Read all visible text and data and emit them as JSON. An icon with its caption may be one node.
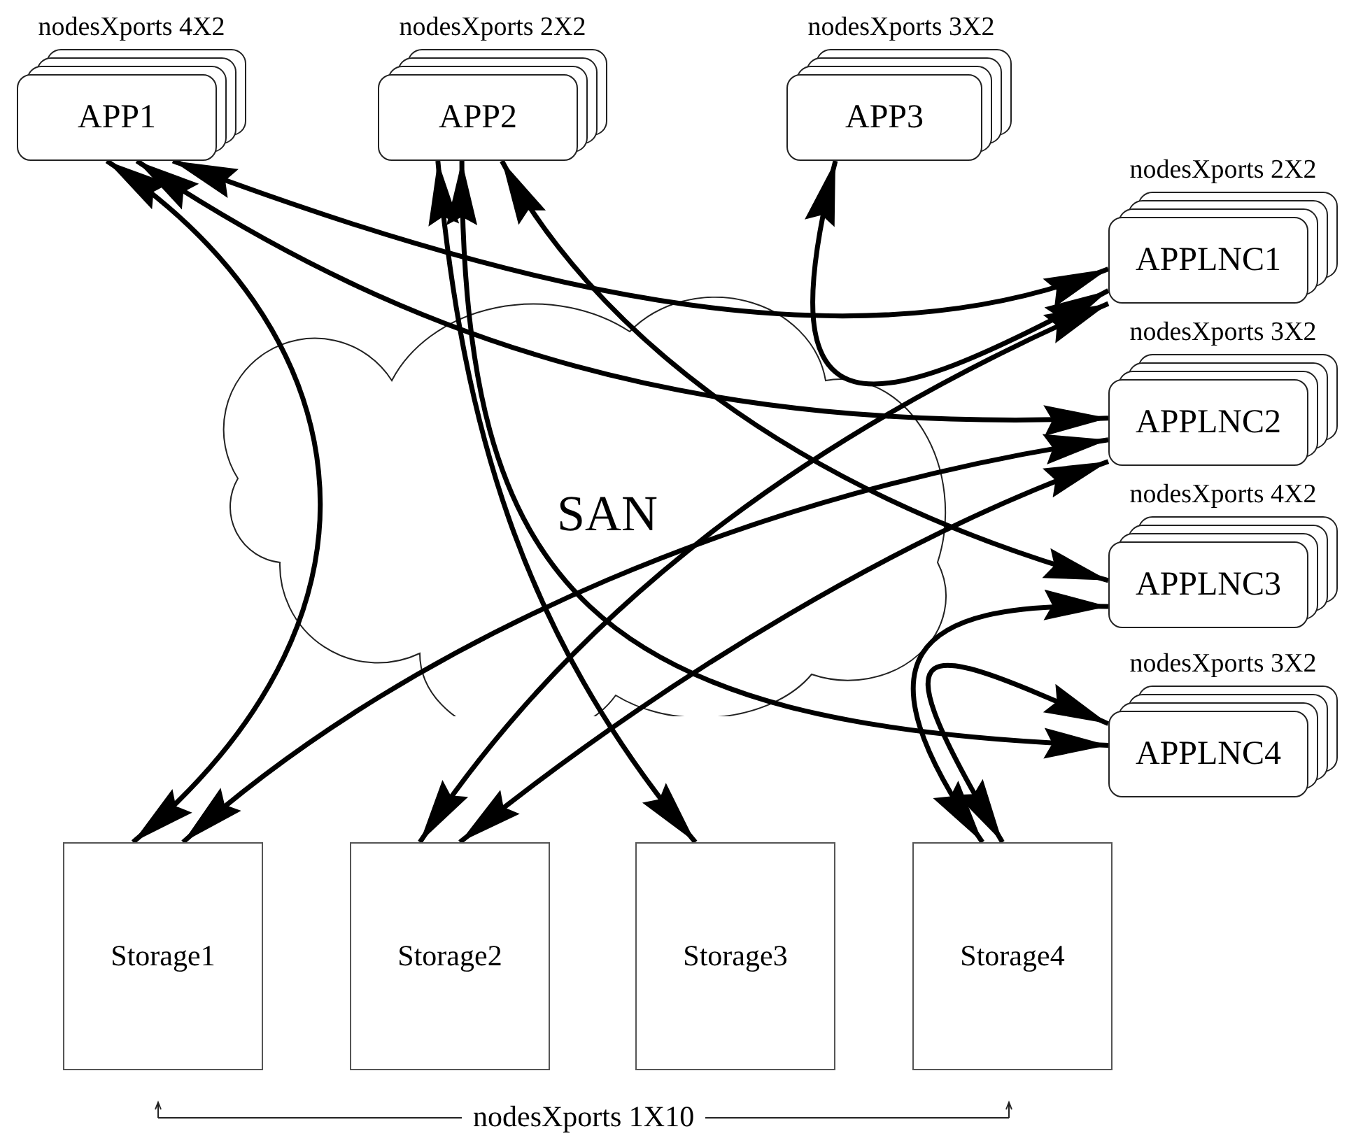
{
  "diagram": {
    "nodes": [
      {
        "text": [
          "nodesXports 4X2",
          "APP1"
        ]
      },
      {
        "text": [
          "nodesXports 2X2",
          "APP2"
        ]
      },
      {
        "text": [
          "nodesXports 3X2",
          "APP3"
        ]
      },
      {
        "text": [
          "nodesXports 2X2",
          "APPLNC1"
        ]
      },
      {
        "text": [
          "nodesXports 3X2",
          "APPLNC2"
        ]
      },
      {
        "text": [
          "nodesXports 4X2",
          "APPLNC3"
        ]
      },
      {
        "text": [
          "nodesXports 3X2",
          "APPLNC4"
        ]
      },
      {
        "text": [
          "Storage1"
        ]
      },
      {
        "text": [
          "Storage2"
        ]
      },
      {
        "text": [
          "Storage3"
        ]
      },
      {
        "text": [
          "Storage4"
        ]
      }
    ],
    "edges": [
      {
        "from": 0,
        "to": 7,
        "arrow": "both"
      },
      {
        "from": 0,
        "to": 3,
        "arrow": "both"
      },
      {
        "from": 0,
        "to": 4,
        "arrow": "both"
      },
      {
        "from": 1,
        "to": 9,
        "arrow": "both"
      },
      {
        "from": 1,
        "to": 6,
        "arrow": "both"
      },
      {
        "from": 1,
        "to": 5,
        "arrow": "both"
      },
      {
        "from": 2,
        "to": 3,
        "arrow": "both"
      },
      {
        "from": 8,
        "to": 3,
        "arrow": "both"
      },
      {
        "from": 7,
        "to": 4,
        "arrow": "both"
      },
      {
        "from": 8,
        "to": 4,
        "arrow": "both"
      },
      {
        "from": 10,
        "to": 5,
        "arrow": "both"
      },
      {
        "from": 10,
        "to": 6,
        "arrow": "both"
      }
    ],
    "labels": [
      "SAN",
      "nodesXports 1X10"
    ]
  }
}
